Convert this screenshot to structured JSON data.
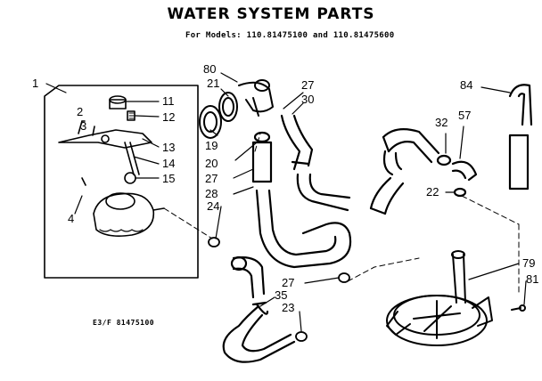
{
  "title": "WATER SYSTEM PARTS",
  "subtitle": "For Models: 110.81475100 and 110.81475600",
  "footnote": "E3/F 81475100",
  "callouts": [
    "1",
    "2",
    "3",
    "4",
    "11",
    "12",
    "13",
    "14",
    "15",
    "19",
    "20",
    "21",
    "22",
    "23",
    "24",
    "27",
    "28",
    "30",
    "32",
    "35",
    "57",
    "79",
    "80",
    "81",
    "84"
  ]
}
